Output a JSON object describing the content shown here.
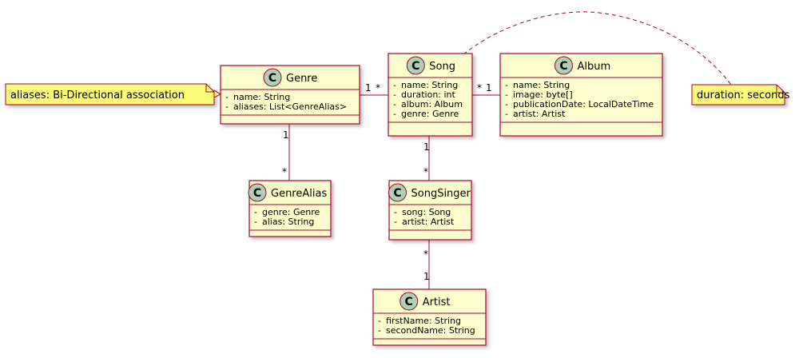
{
  "classes": {
    "genre": {
      "name": "Genre",
      "attributes": [
        "name: String",
        "aliases: List<GenreAlias>"
      ]
    },
    "song": {
      "name": "Song",
      "attributes": [
        "name: String",
        "duration: int",
        "album: Album",
        "genre: Genre"
      ]
    },
    "album": {
      "name": "Album",
      "attributes": [
        "name: String",
        "image: byte[]",
        "publicationDate: LocalDateTime",
        "artist: Artist"
      ]
    },
    "genre_alias": {
      "name": "GenreAlias",
      "attributes": [
        "genre: Genre",
        "alias: String"
      ]
    },
    "song_singer": {
      "name": "SongSinger",
      "attributes": [
        "song: Song",
        "artist: Artist"
      ]
    },
    "artist": {
      "name": "Artist",
      "attributes": [
        "firstName: String",
        "secondName: String"
      ]
    }
  },
  "class_marker": "C",
  "visibility_marker": "-",
  "notes": {
    "aliases_note": "aliases: Bi-Directional association",
    "duration_note": "duration: seconds"
  },
  "associations": {
    "genre_song": {
      "genre_end": "1",
      "song_end": "*"
    },
    "song_album": {
      "song_end": "*",
      "album_end": "1"
    },
    "genre_alias": {
      "genre_end": "1",
      "alias_end": "*"
    },
    "song_singer": {
      "song_end": "1",
      "singer_end": "*"
    },
    "singer_artist": {
      "singer_end": "*",
      "artist_end": "1"
    }
  },
  "colors": {
    "class_fill": "#FEFECE",
    "border": "#A80036",
    "marker_circle": "#ADD1B2",
    "note_fill": "#FBFB77"
  }
}
